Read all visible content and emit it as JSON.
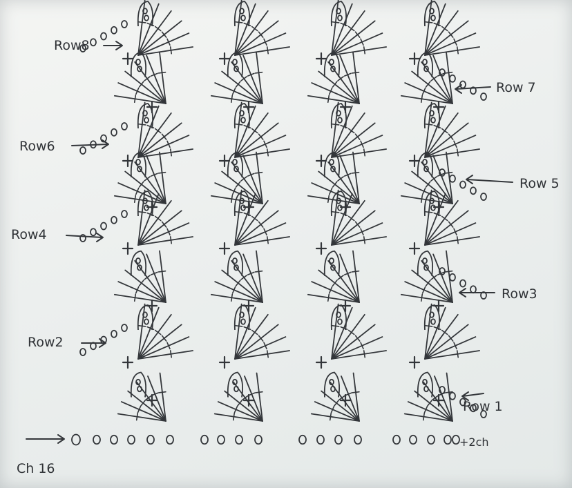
{
  "diagram": {
    "row_labels": {
      "row1": "Row 1",
      "row2": "Row2",
      "row3": "Row3",
      "row4": "Row4",
      "row5": "Row 5",
      "row6": "Row6",
      "row7": "Row 7",
      "row8": "Row8"
    },
    "foundation_chain_label": "Ch 16",
    "turning_chain_label": "+2ch",
    "ink_color": "#33363a",
    "paper_color": "#eceeed"
  }
}
